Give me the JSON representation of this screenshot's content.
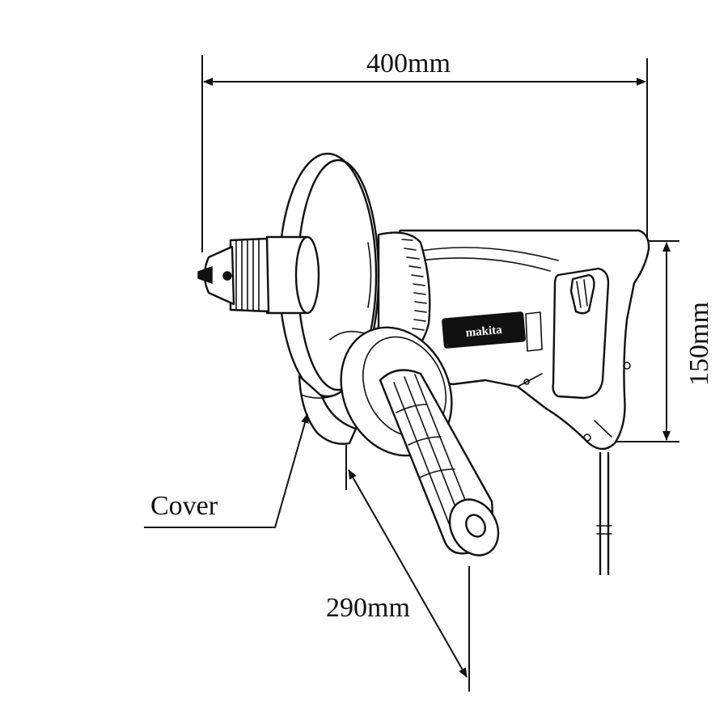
{
  "dimensions": {
    "length": "400mm",
    "height": "150mm",
    "handle": "290mm"
  },
  "callouts": {
    "cover": "Cover"
  },
  "brand_label": "makita"
}
